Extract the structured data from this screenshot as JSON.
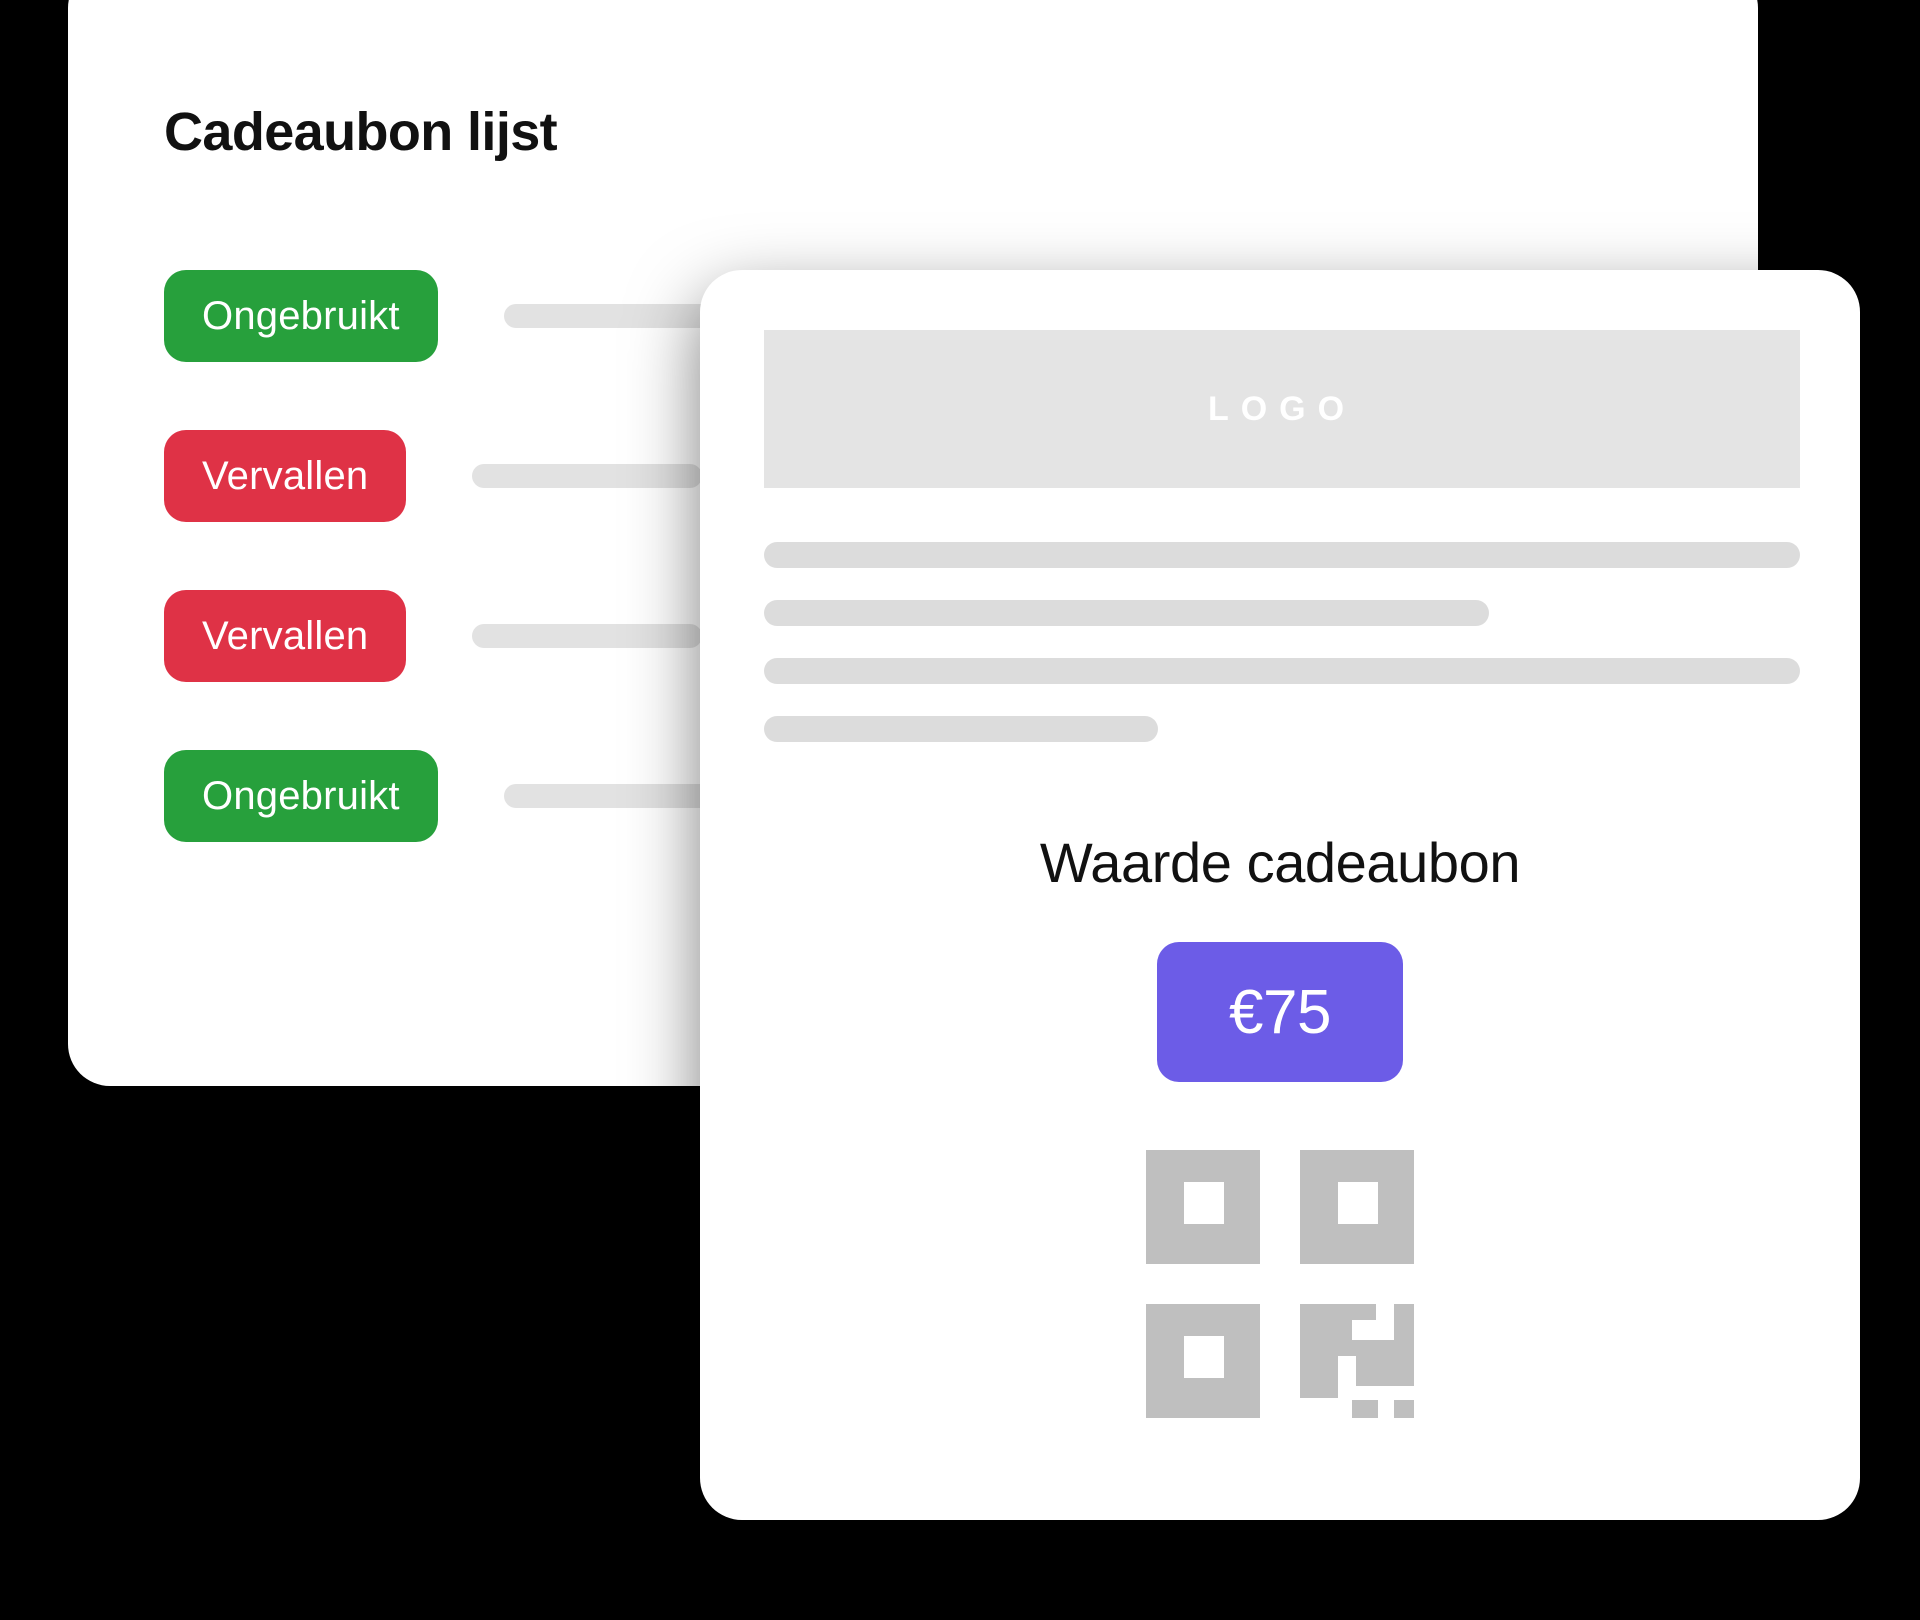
{
  "background_color": "#000000",
  "colors": {
    "card_surface": "#FFFFFF",
    "status_unused": "#27A03C",
    "status_expired": "#DF3246",
    "value_badge": "#6C5CE7",
    "placeholder_gray": "#E4E4E4",
    "skeleton_gray": "#DCDCDC",
    "qr_gray": "#BFBFBF"
  },
  "list_card": {
    "title": "Cadeaubon lijst",
    "rows": [
      {
        "status_label": "Ongebruikt",
        "status_type": "unused"
      },
      {
        "status_label": "Vervallen",
        "status_type": "expired"
      },
      {
        "status_label": "Vervallen",
        "status_type": "expired"
      },
      {
        "status_label": "Ongebruikt",
        "status_type": "unused"
      }
    ]
  },
  "detail_card": {
    "logo_placeholder_text": "LOGO",
    "skeleton_line_widths": [
      "100%",
      "70%",
      "100%",
      "38%"
    ],
    "value_heading": "Waarde cadeaubon",
    "value_amount": "€75",
    "qr_label": "qr-code"
  }
}
